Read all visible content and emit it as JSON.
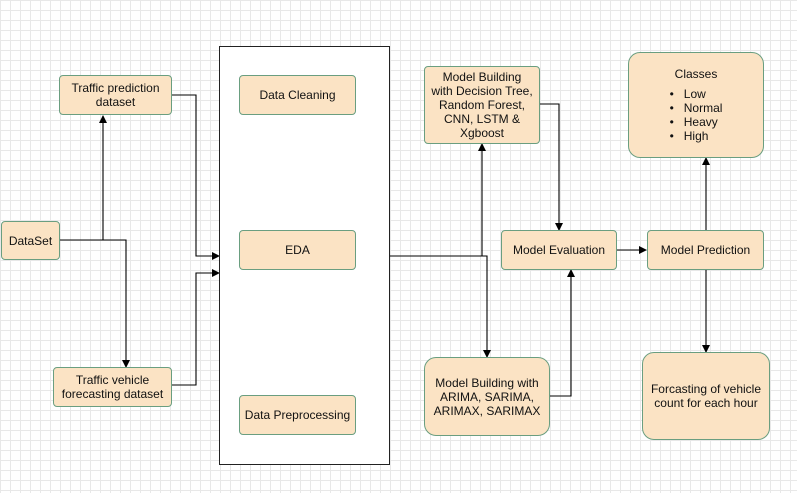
{
  "nodes": {
    "dataset": "DataSet",
    "traffic_prediction_dataset": "Traffic prediction\ndataset",
    "traffic_vehicle_forecasting_dataset": "Traffic vehicle\nforecasting dataset",
    "data_cleaning": "Data Cleaning",
    "eda": "EDA",
    "data_preprocessing": "Data Preprocessing",
    "model_building_ml": "Model Building\nwith Decision Tree,\nRandom Forest,\nCNN, LSTM &\nXgboost",
    "model_building_ts": "Model Building with\nARIMA, SARIMA,\nARIMAX, SARIMAX",
    "model_evaluation": "Model Evaluation",
    "model_prediction": "Model Prediction",
    "forecasting": "Forcasting of vehicle\ncount for each hour",
    "classes": {
      "title": "Classes",
      "items": [
        "Low",
        "Normal",
        "Heavy",
        "High"
      ]
    }
  },
  "colors": {
    "node_fill": "#fbe3c4",
    "node_border": "#6a9e80",
    "edge": "#000000"
  }
}
